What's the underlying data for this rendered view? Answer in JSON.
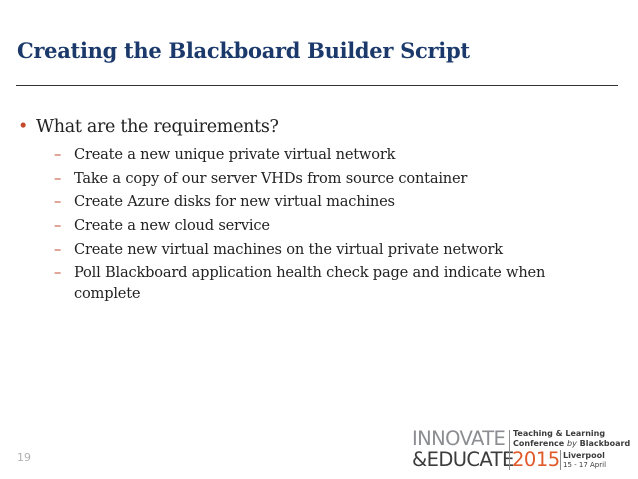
{
  "slide": {
    "title": "Creating the Blackboard Builder Script",
    "bullet": "What are the requirements?",
    "sub_items": [
      "Create a new unique private virtual network",
      "Take a copy of our server VHDs from source container",
      "Create Azure disks for new virtual machines",
      "Create a new cloud service",
      "Create new virtual machines on the virtual private network",
      "Poll Blackboard application health check page and indicate when complete"
    ],
    "slide_number": "19"
  },
  "logo": {
    "innovate": "INNOVATE",
    "educate": "&EDUCATE",
    "year": "2015",
    "conference_line1": "Teaching & Learning",
    "conference_line2": "Conference",
    "by": "by",
    "brand": "Blackboard",
    "city": "Liverpool",
    "dates": "15 - 17 April"
  },
  "colors": {
    "title": "#1b3a6b",
    "bullet_marker": "#c4492d",
    "year_accent": "#e05a2b"
  }
}
